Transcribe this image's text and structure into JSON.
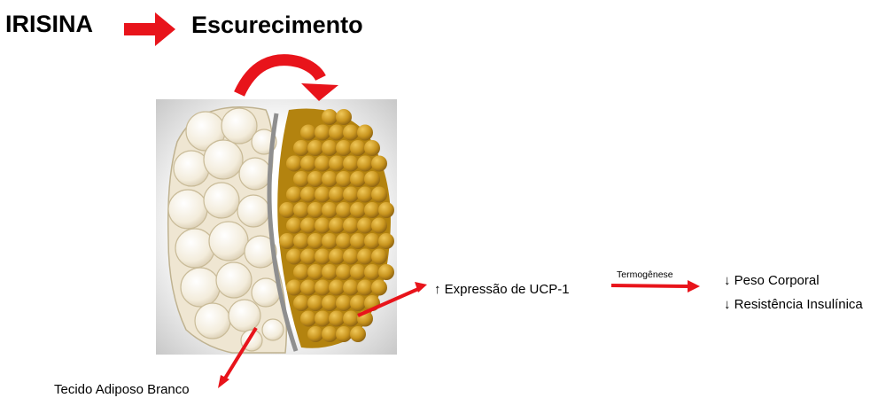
{
  "header": {
    "left_term": "IRISINA",
    "right_term": "Escurecimento"
  },
  "labels": {
    "white_tissue": "Tecido Adiposo Branco",
    "ucp1": "↑ Expressão de UCP-1",
    "process": "Termogênese",
    "outcome_1": "↓ Peso Corporal",
    "outcome_2": "↓ Resistência Insulínica"
  },
  "colors": {
    "arrow": "#e8141b",
    "white_fat": "#f4eee0",
    "brown_fat": "#c9951e",
    "background_panel": "#d7d7d7"
  }
}
